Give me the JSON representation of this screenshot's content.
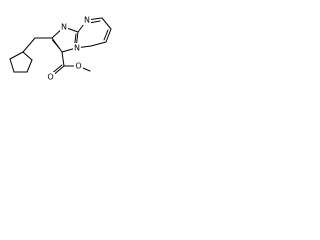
{
  "structure": {
    "atoms": [
      {
        "element": "N"
      },
      {
        "element": "N"
      },
      {
        "element": "N"
      },
      {
        "element": "O"
      },
      {
        "element": "O"
      }
    ]
  },
  "colors": {
    "bond": "#000000",
    "label": "#000000",
    "background": "#ffffff"
  }
}
